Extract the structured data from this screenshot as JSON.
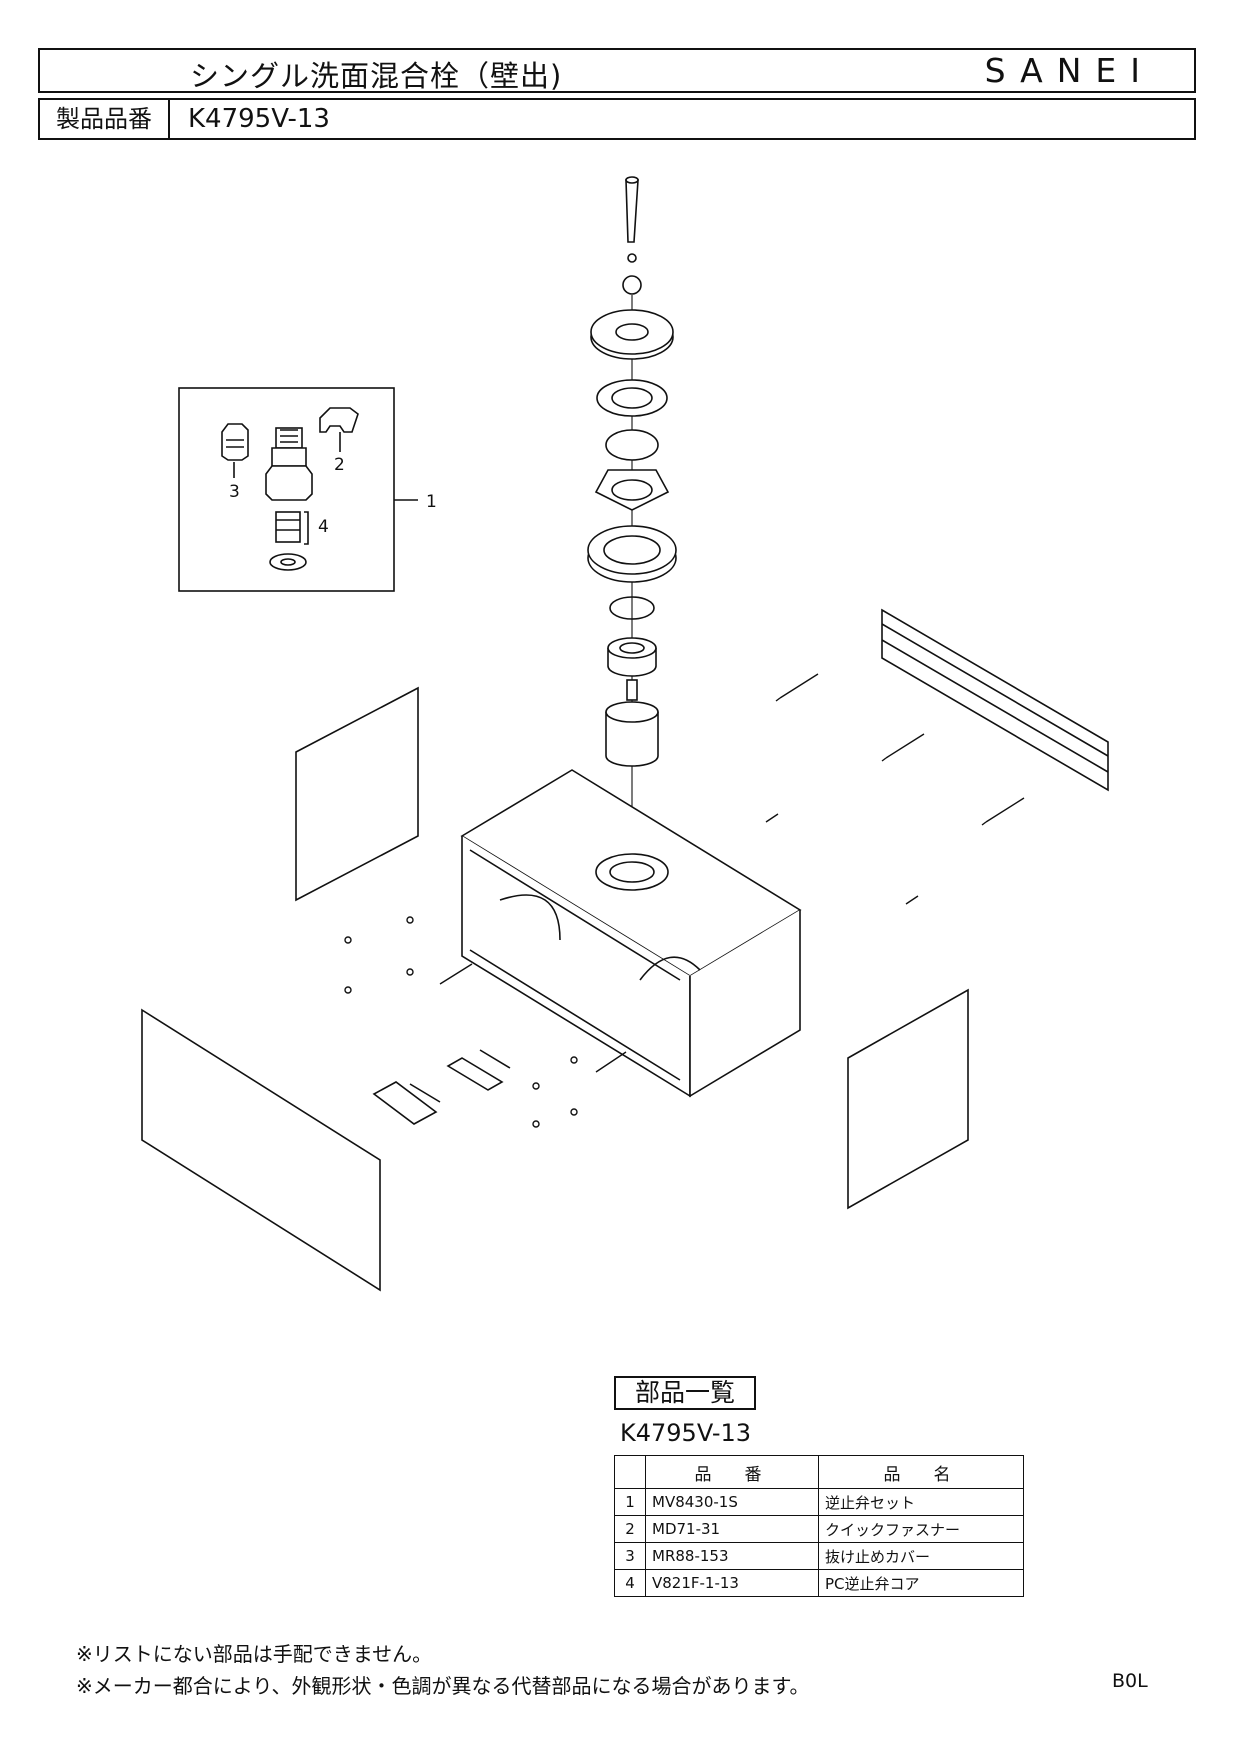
{
  "header": {
    "title": "シングル洗面混合栓（壁出)",
    "brand": "SANEI",
    "part_number_label": "製品品番",
    "part_number": "K4795V-13"
  },
  "callouts": {
    "c1": "1",
    "c2": "2",
    "c3": "3",
    "c4": "4"
  },
  "parts_list": {
    "heading": "部品一覧",
    "model": "K4795V-13",
    "columns": [
      "品　番",
      "品　名"
    ],
    "rows": [
      {
        "no": "1",
        "code": "MV8430-1S",
        "name": "逆止弁セット"
      },
      {
        "no": "2",
        "code": "MD71-31",
        "name": "クイックファスナー"
      },
      {
        "no": "3",
        "code": "MR88-153",
        "name": "抜け止めカバー"
      },
      {
        "no": "4",
        "code": "V821F-1-13",
        "name": "PC逆止弁コア"
      }
    ]
  },
  "notes": [
    "※リストにない部品は手配できません。",
    "※メーカー都合により、外観形状・色調が異なる代替部品になる場合があります。"
  ],
  "doc_code": "B0L"
}
